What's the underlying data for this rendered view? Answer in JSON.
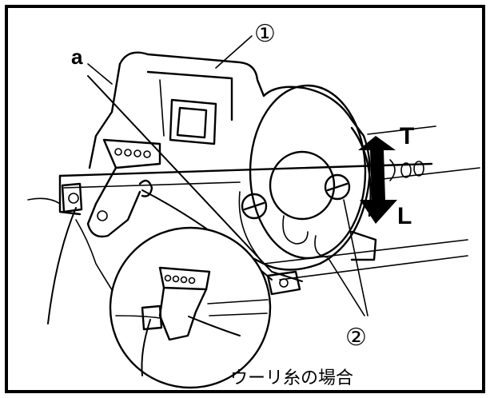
{
  "labels": {
    "part_1": "①",
    "thread_a": "a",
    "direction_top": "T",
    "direction_bottom": "L",
    "part_2": "②",
    "caption": "ウーリ糸の場合"
  },
  "colors": {
    "ink": "#000000",
    "background": "#ffffff"
  }
}
